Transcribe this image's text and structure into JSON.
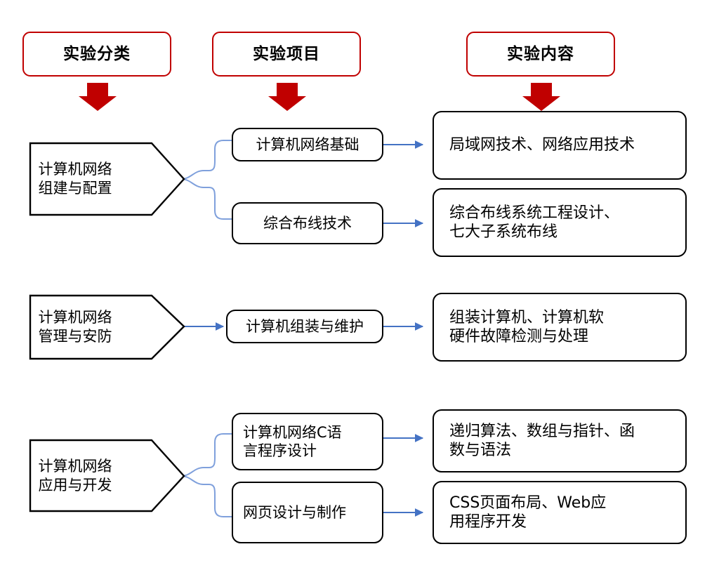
{
  "page": {
    "background": "#ffffff",
    "accent_red": "#C00000",
    "connector_blue": "#4472C4",
    "outline_black": "#000000"
  },
  "headers": [
    {
      "id": "category",
      "label": "实验分类",
      "icon": "down-arrow-icon"
    },
    {
      "id": "project",
      "label": "实验项目",
      "icon": "down-arrow-icon"
    },
    {
      "id": "content",
      "label": "实验内容",
      "icon": "down-arrow-icon"
    }
  ],
  "rows": [
    {
      "id": "row-network-build",
      "category": {
        "line1": "计算机网络",
        "line2": "组建与配置"
      },
      "branch": "split",
      "items": [
        {
          "project": "计算机网络基础",
          "content": "局域网技术、网络应用技术"
        },
        {
          "project": "综合布线技术",
          "content": "综合布线系统工程设计、\n七大子系统布线"
        }
      ]
    },
    {
      "id": "row-network-manage",
      "category": {
        "line1": "计算机网络",
        "line2": "管理与安防"
      },
      "branch": "direct",
      "items": [
        {
          "project": "计算机组装与维护",
          "content": "组装计算机、计算机软\n硬件故障检测与处理"
        }
      ]
    },
    {
      "id": "row-network-app",
      "category": {
        "line1": "计算机网络",
        "line2": "应用与开发"
      },
      "branch": "split",
      "items": [
        {
          "project": "计算机网络C语\n言程序设计",
          "content": "递归算法、数组与指针、函\n数与语法"
        },
        {
          "project": "网页设计与制作",
          "content": "CSS页面布局、Web应\n用程序开发"
        }
      ]
    }
  ]
}
